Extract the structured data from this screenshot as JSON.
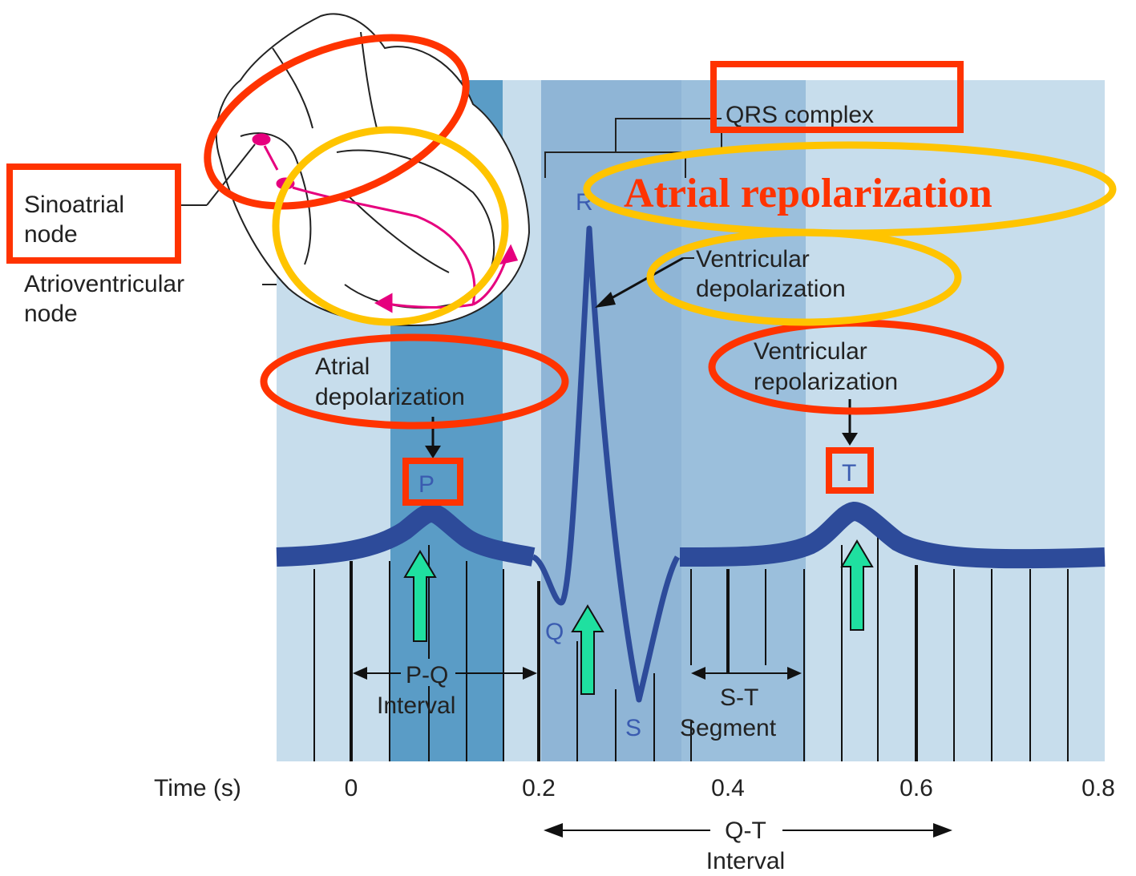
{
  "labels": {
    "sa_node": [
      "Sinoatrial",
      "node"
    ],
    "av_node": [
      "Atrioventricular",
      "node"
    ],
    "qrs_complex": "QRS complex",
    "atrial_repolarization": "Atrial repolarization",
    "ventricular_depolarization": [
      "Ventricular",
      "depolarization"
    ],
    "ventricular_repolarization": [
      "Ventricular",
      "repolarization"
    ],
    "atrial_depolarization": [
      "Atrial",
      "depolarization"
    ],
    "wave_p": "P",
    "wave_q": "Q",
    "wave_r": "R",
    "wave_s": "S",
    "wave_t": "T",
    "pq_interval": [
      "P-Q",
      "Interval"
    ],
    "st_segment": [
      "S-T",
      "Segment"
    ],
    "qt_interval": [
      "Q-T",
      "Interval"
    ]
  },
  "time_axis": {
    "label": "Time (s)",
    "ticks": [
      "0",
      "0.2",
      "0.4",
      "0.6",
      "0.8"
    ]
  },
  "colors": {
    "panel_light": "#c7ddec",
    "panel_mid": "#9bbfdc",
    "panel_dark": "#5a9cc6",
    "trace": "#2d4b9a",
    "highlight_red": "#ff3300",
    "highlight_yellow": "#ffc400",
    "arrow_green": "#1fe0a0",
    "heart_pathway": "#e6007e"
  }
}
